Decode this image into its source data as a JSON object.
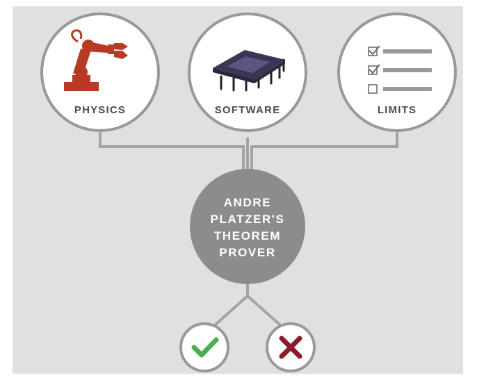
{
  "nodes": {
    "physics": {
      "label": "PHYSICS",
      "icon": "robot-arm-icon"
    },
    "software": {
      "label": "SOFTWARE",
      "icon": "microchip-icon"
    },
    "limits": {
      "label": "LIMITS",
      "icon": "checklist-icon"
    }
  },
  "center": {
    "lines": [
      "ANDRE",
      "PLATZER'S",
      "THEOREM",
      "PROVER"
    ]
  },
  "outcomes": {
    "pass": {
      "icon": "checkmark-icon",
      "color": "#4caf50"
    },
    "fail": {
      "icon": "cross-icon",
      "color": "#8b1a2e"
    }
  },
  "colors": {
    "background": "#e0e0e0",
    "connector": "#a3a3a3",
    "circle_fill": "#ffffff",
    "circle_stroke": "#999999",
    "center_fill": "#8c8c8c",
    "robot": "#b83a24",
    "chip": "#4a4566"
  }
}
